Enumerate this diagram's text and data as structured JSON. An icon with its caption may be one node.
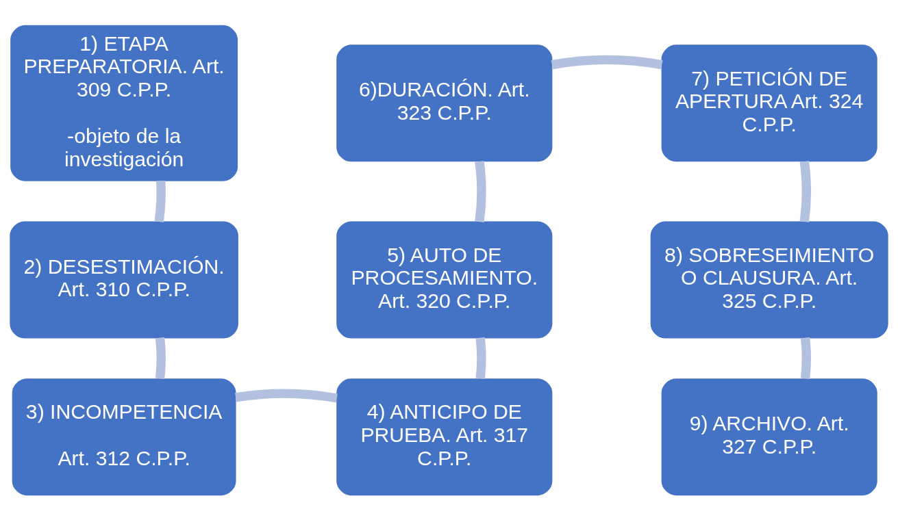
{
  "diagram": {
    "nodes": [
      {
        "text": [
          "1) ETAPA PREPARATORIA. Art. 309 C.P.P.",
          "-objeto de la investigación"
        ]
      },
      {
        "text": [
          "2) DESESTIMACIÓN. Art. 310 C.P.P."
        ]
      },
      {
        "text": [
          "3) INCOMPETENCIA",
          "Art. 312 C.P.P."
        ]
      },
      {
        "text": [
          "4) ANTICIPO DE PRUEBA. Art. 317 C.P.P."
        ]
      },
      {
        "text": [
          "5) AUTO DE PROCESAMIENTO. Art. 320 C.P.P."
        ]
      },
      {
        "text": [
          "6)DURACIÓN. Art. 323 C.P.P."
        ]
      },
      {
        "text": [
          "7) PETICIÓN DE APERTURA Art. 324 C.P.P."
        ]
      },
      {
        "text": [
          "8) SOBRESEIMIENTO O CLAUSURA. Art. 325 C.P.P."
        ]
      },
      {
        "text": [
          "9) ARCHIVO. Art. 327 C.P.P."
        ]
      }
    ],
    "edges": [
      {
        "from": 0,
        "to": 1,
        "arrow": "none"
      },
      {
        "from": 1,
        "to": 2,
        "arrow": "none"
      },
      {
        "from": 2,
        "to": 3,
        "arrow": "none"
      },
      {
        "from": 3,
        "to": 4,
        "arrow": "none"
      },
      {
        "from": 4,
        "to": 5,
        "arrow": "none"
      },
      {
        "from": 5,
        "to": 6,
        "arrow": "none"
      },
      {
        "from": 6,
        "to": 7,
        "arrow": "none"
      },
      {
        "from": 7,
        "to": 8,
        "arrow": "none"
      }
    ]
  }
}
